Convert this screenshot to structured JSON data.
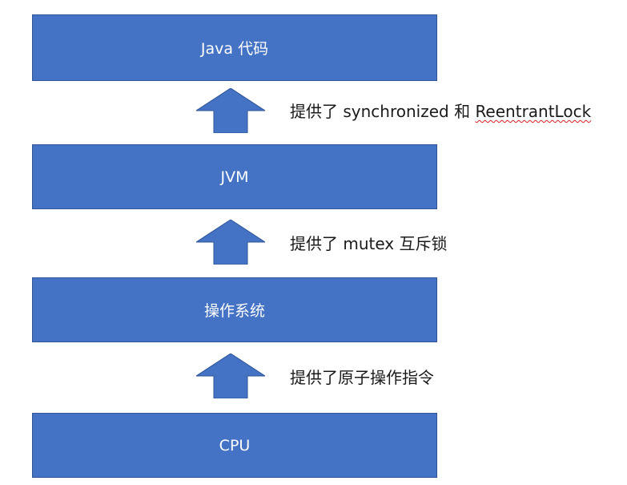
{
  "colors": {
    "box_fill": "#4472C4",
    "box_border": "#2F5597",
    "box_text": "#ffffff",
    "caption_text": "#1a1a1a",
    "spellcheck_underline": "#d62020"
  },
  "layers": [
    {
      "label": "Java 代码"
    },
    {
      "label": "JVM"
    },
    {
      "label": "操作系统"
    },
    {
      "label": "CPU"
    }
  ],
  "arrows": [
    {
      "icon": "up-arrow-icon",
      "caption": {
        "prefix": "提供了 synchronized 和 ",
        "underlined": "ReentrantLock"
      }
    },
    {
      "icon": "up-arrow-icon",
      "caption": {
        "prefix": "提供了 mutex 互斥锁",
        "underlined": ""
      }
    },
    {
      "icon": "up-arrow-icon",
      "caption": {
        "prefix": "提供了原子操作指令",
        "underlined": ""
      }
    }
  ]
}
